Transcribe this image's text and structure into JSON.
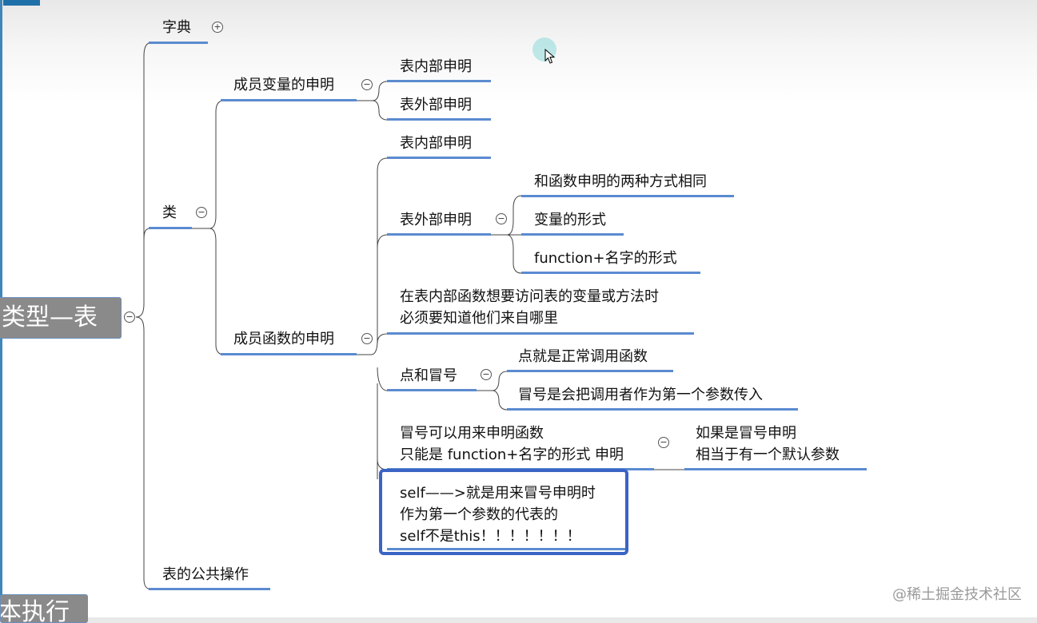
{
  "mindmap": {
    "root": "类型—表",
    "next_root_partial": "本执行",
    "branches": {
      "dictionary": "字典",
      "class": "类",
      "member_var": "成员变量的申明",
      "mv_inner": "表内部申明",
      "mv_outer": "表外部申明",
      "member_func": "成员函数的申明",
      "mf_inner": "表内部申明",
      "mf_outer": "表外部申明",
      "mf_outer_same": "和函数申明的两种方式相同",
      "mf_outer_var": "变量的形式",
      "mf_outer_func": "function+名字的形式",
      "access_line1": "在表内部函数想要访问表的变量或方法时",
      "access_line2": "必须要知道他们来自哪里",
      "dot_colon": "点和冒号",
      "dot_desc": "点就是正常调用函数",
      "colon_desc": "冒号是会把调用者作为第一个参数传入",
      "colon_decl_line1": "冒号可以用来申明函数",
      "colon_decl_line2": "只能是 function+名字的形式 申明",
      "colon_if_line1": "如果是冒号申明",
      "colon_if_line2": "相当于有一个默认参数",
      "self_line1": "self——>就是用来冒号申明时",
      "self_line2": "作为第一个参数的代表的",
      "self_line3": "self不是this！！！！！！！",
      "table_ops": "表的公共操作"
    },
    "expand_symbol": "+",
    "collapse_symbol": "−"
  },
  "watermark": "@稀土掘金技术社区",
  "colors": {
    "underline": "#5b8bd0",
    "root_bg": "#8a8a8a",
    "highlight": "#3a64c4",
    "connector": "#444444"
  },
  "cursor_icon": "arrow-cursor-icon"
}
